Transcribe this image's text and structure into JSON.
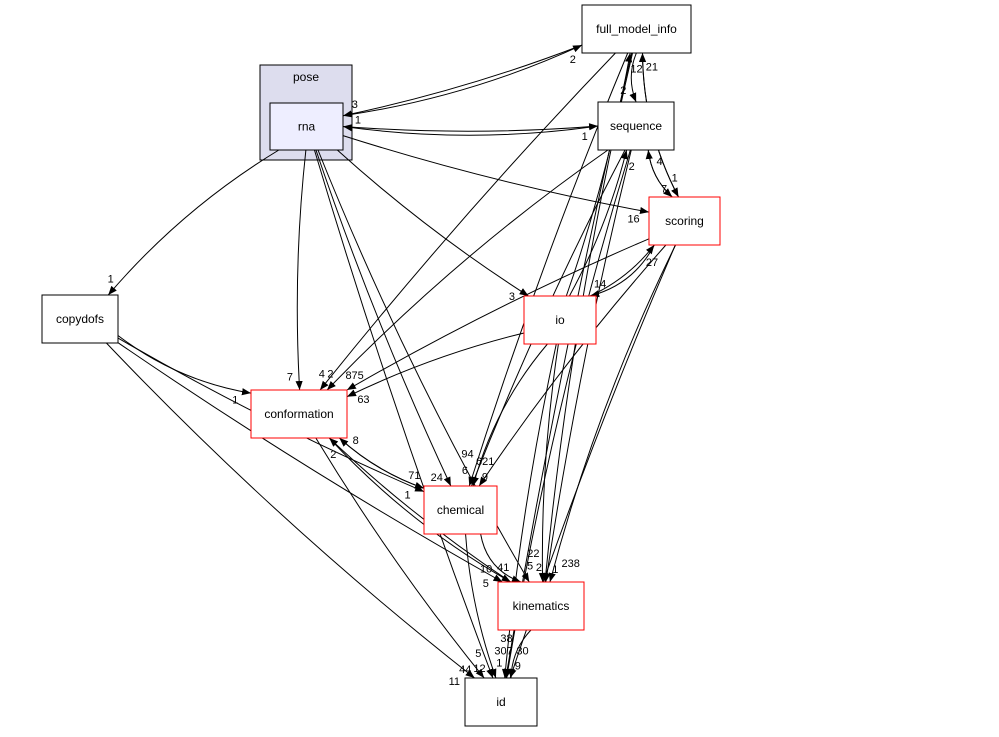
{
  "cluster": {
    "label": "pose",
    "fill": "#ddddee"
  },
  "nodes": [
    {
      "id": "rna",
      "label": "rna",
      "fill": "#eeeeff",
      "border": "#000000"
    },
    {
      "id": "full_model_info",
      "label": "full_model_info",
      "fill": "#ffffff",
      "border": "#000000"
    },
    {
      "id": "sequence",
      "label": "sequence",
      "fill": "#ffffff",
      "border": "#000000"
    },
    {
      "id": "scoring",
      "label": "scoring",
      "fill": "#ffffff",
      "border": "#ff0000"
    },
    {
      "id": "copydofs",
      "label": "copydofs",
      "fill": "#ffffff",
      "border": "#000000"
    },
    {
      "id": "io",
      "label": "io",
      "fill": "#ffffff",
      "border": "#ff0000"
    },
    {
      "id": "conformation",
      "label": "conformation",
      "fill": "#ffffff",
      "border": "#ff0000"
    },
    {
      "id": "chemical",
      "label": "chemical",
      "fill": "#ffffff",
      "border": "#ff0000"
    },
    {
      "id": "kinematics",
      "label": "kinematics",
      "fill": "#ffffff",
      "border": "#ff0000"
    },
    {
      "id": "id",
      "label": "id",
      "fill": "#ffffff",
      "border": "#000000"
    }
  ],
  "edges": [
    {
      "from": "rna",
      "to": "full_model_info",
      "label": "2"
    },
    {
      "from": "full_model_info",
      "to": "rna",
      "label": "3"
    },
    {
      "from": "rna",
      "to": "sequence",
      "label": "1"
    },
    {
      "from": "sequence",
      "to": "rna",
      "label": "1"
    },
    {
      "from": "rna",
      "to": "scoring",
      "label": "16"
    },
    {
      "from": "rna",
      "to": "io",
      "label": "3"
    },
    {
      "from": "rna",
      "to": "copydofs",
      "label": "1"
    },
    {
      "from": "rna",
      "to": "conformation",
      "label": "7"
    },
    {
      "from": "rna",
      "to": "chemical",
      "label": "24"
    },
    {
      "from": "rna",
      "to": "kinematics",
      "label": "5"
    },
    {
      "from": "rna",
      "to": "id",
      "label": "12"
    },
    {
      "from": "full_model_info",
      "to": "sequence",
      "label": "2"
    },
    {
      "from": "full_model_info",
      "to": "scoring",
      "label": "7"
    },
    {
      "from": "full_model_info",
      "to": "conformation",
      "label": "4"
    },
    {
      "from": "full_model_info",
      "to": "chemical",
      "label": "6"
    },
    {
      "from": "full_model_info",
      "to": "kinematics",
      "label": "1"
    },
    {
      "from": "full_model_info",
      "to": "id",
      "label": "1"
    },
    {
      "from": "io",
      "to": "full_model_info",
      "label": "12"
    },
    {
      "from": "scoring",
      "to": "full_model_info",
      "label": "21"
    },
    {
      "from": "sequence",
      "to": "scoring",
      "label": "1"
    },
    {
      "from": "scoring",
      "to": "sequence",
      "label": "4"
    },
    {
      "from": "sequence",
      "to": "conformation",
      "label": "2"
    },
    {
      "from": "sequence",
      "to": "chemical",
      "label": "9"
    },
    {
      "from": "sequence",
      "to": "kinematics",
      "label": "2"
    },
    {
      "from": "sequence",
      "to": "id",
      "label": "9"
    },
    {
      "from": "io",
      "to": "sequence",
      "label": "2"
    },
    {
      "from": "io",
      "to": "scoring",
      "label": "27"
    },
    {
      "from": "scoring",
      "to": "io",
      "label": "14"
    },
    {
      "from": "scoring",
      "to": "conformation",
      "label": "875"
    },
    {
      "from": "scoring",
      "to": "chemical",
      "label": "621"
    },
    {
      "from": "scoring",
      "to": "kinematics",
      "label": "238"
    },
    {
      "from": "scoring",
      "to": "id",
      "label": "307"
    },
    {
      "from": "io",
      "to": "conformation",
      "label": "63"
    },
    {
      "from": "io",
      "to": "chemical",
      "label": "94"
    },
    {
      "from": "io",
      "to": "kinematics",
      "label": "22"
    },
    {
      "from": "io",
      "to": "id",
      "label": "30"
    },
    {
      "from": "copydofs",
      "to": "conformation",
      "label": "1"
    },
    {
      "from": "copydofs",
      "to": "chemical",
      "label": "1"
    },
    {
      "from": "copydofs",
      "to": "kinematics",
      "label": "5"
    },
    {
      "from": "copydofs",
      "to": "id",
      "label": "11"
    },
    {
      "from": "conformation",
      "to": "chemical",
      "label": "71"
    },
    {
      "from": "chemical",
      "to": "conformation",
      "label": "8"
    },
    {
      "from": "conformation",
      "to": "kinematics",
      "label": "41"
    },
    {
      "from": "conformation",
      "to": "id",
      "label": "44"
    },
    {
      "from": "kinematics",
      "to": "conformation",
      "label": "2"
    },
    {
      "from": "chemical",
      "to": "kinematics",
      "label": "10"
    },
    {
      "from": "chemical",
      "to": "id",
      "label": "5"
    },
    {
      "from": "kinematics",
      "to": "id",
      "label": "38"
    }
  ]
}
